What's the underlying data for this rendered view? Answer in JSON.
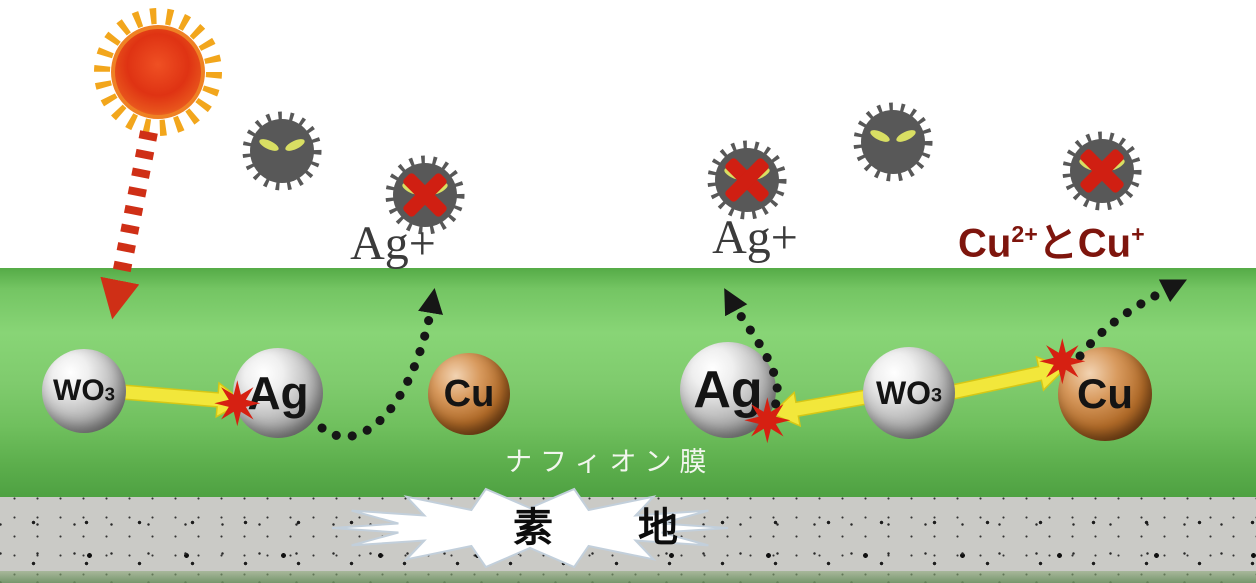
{
  "labels": {
    "ag_plus_left": "Ag+",
    "ag_plus_right": "Ag+",
    "cu_ion": {
      "base1": "Cu",
      "sup1": "2+",
      "conj": "と",
      "base2": "Cu",
      "sup2": "+"
    },
    "membrane": "ナフィオン膜",
    "substrate": "素地"
  },
  "spheres": [
    {
      "name": "wo3-sphere-left",
      "label_main": "WO",
      "label_sub": "3"
    },
    {
      "name": "ag-sphere-left",
      "label": "Ag"
    },
    {
      "name": "cu-sphere-left",
      "label": "Cu"
    },
    {
      "name": "ag-sphere-right",
      "label": "Ag"
    },
    {
      "name": "wo3-sphere-right",
      "label_main": "WO",
      "label_sub": "3"
    },
    {
      "name": "cu-sphere-right",
      "label": "Cu"
    }
  ],
  "icons": {
    "sun": "sun-icon",
    "uv_arrow": "uv-light-arrow",
    "germ": "germ-icon",
    "germ_crossed": "germ-crossed-icon",
    "spark": "reaction-spark-icon",
    "transfer_arrow": "electron-transfer-arrow",
    "ion_arrow": "ion-release-arrow",
    "burst": "substrate-burst"
  },
  "colors": {
    "membrane_green": "#7cc96a",
    "substrate_gray": "#cacac6",
    "ion_label_maroon": "#7e150d",
    "text_dark": "#3b3b3b",
    "spark_red": "#d62012",
    "arrow_yellow": "#f2e73b",
    "germ_gray": "#585858",
    "germ_eye_yellow": "#d9df63",
    "cross_red": "#d01f12",
    "sun_orange": "#e8431a"
  }
}
